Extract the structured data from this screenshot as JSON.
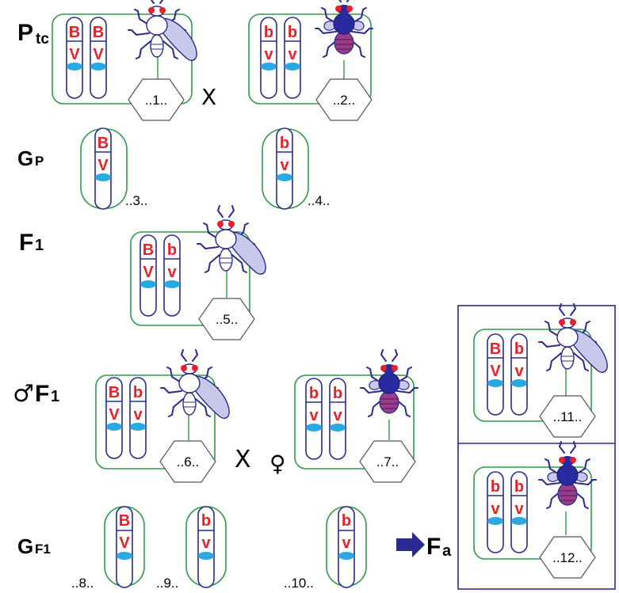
{
  "labels": {
    "ptc_main": "P",
    "ptc_sub": "tc",
    "gp_main": "G",
    "gp_sub": "P",
    "f1_main": "F",
    "f1_sub": "1",
    "mf1_symbol": "♂",
    "mf1_main": "F",
    "mf1_sub": "1",
    "gf1_main": "G",
    "gf1_sub": "F1",
    "fa_main": "F",
    "fa_sub": "a"
  },
  "cross_symbols": {
    "cross1": "X",
    "cross2": "X",
    "female_symbol": "♀"
  },
  "slots": {
    "s1": "..1..",
    "s2": "..2..",
    "s3": "..3..",
    "s4": "..4..",
    "s5": "..5..",
    "s6": "..6..",
    "s7": "..7..",
    "s8": "..8..",
    "s9": "..9..",
    "s10": "..10..",
    "s11": "..11..",
    "s12": "..12.."
  },
  "alleles": {
    "dominant_body": "B",
    "dominant_wing": "V",
    "recessive_body": "b",
    "recessive_wing": "v"
  },
  "colors": {
    "outline": "#2b2a8f",
    "group_border": "#2e9a4a",
    "allele_text": "#e8202a",
    "centromere": "#29a9e0",
    "grey_fly_wing": "#c8c8ea",
    "black_fly_body": "#2a2aa0",
    "black_fly_abdomen": "#9a3c8c",
    "fly_eye": "#e8202a",
    "arrow": "#2b2a8f"
  },
  "icons": {
    "grey_fly": "grey-fly-icon",
    "black_fly": "black-fly-icon",
    "arrow": "right-arrow-icon"
  }
}
